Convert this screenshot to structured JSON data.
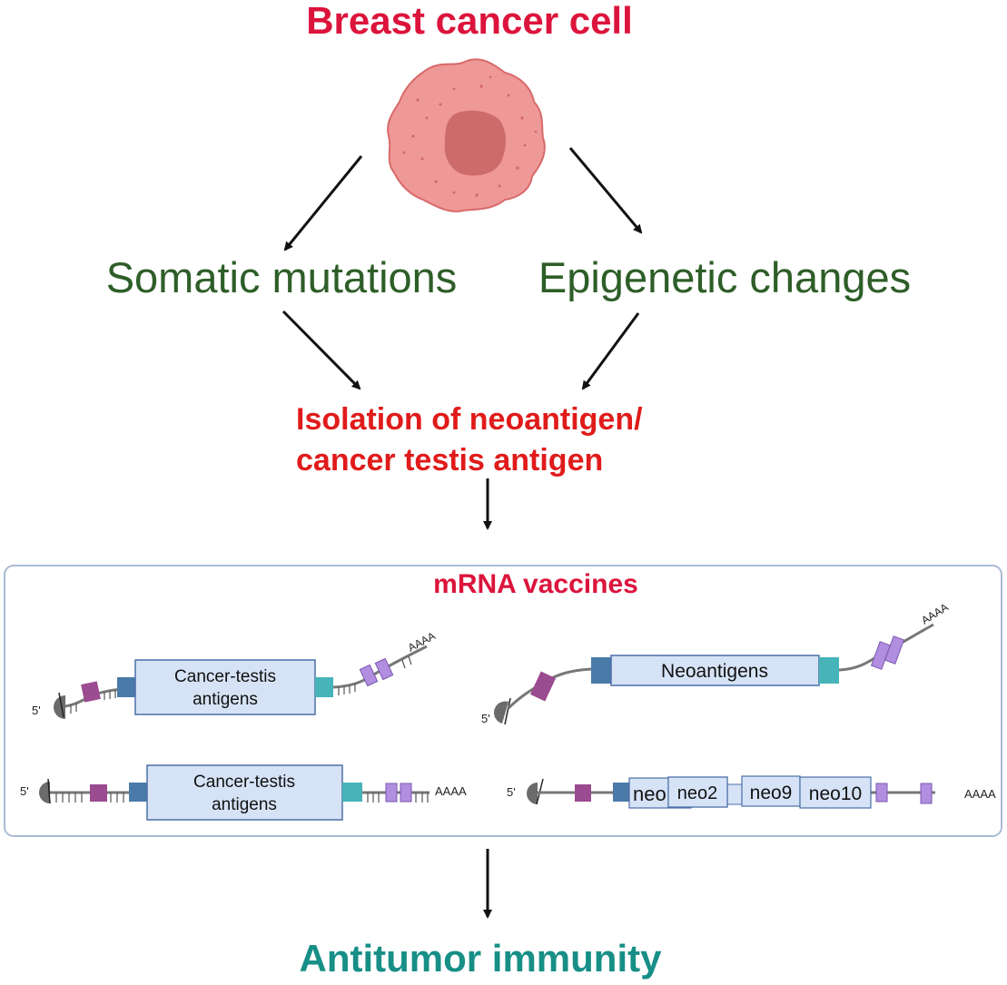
{
  "colors": {
    "title_red": "#dc143c",
    "isolation_red": "#e01b1b",
    "green_text": "#2e5e28",
    "teal_text": "#178f86",
    "cell_body": "#ef9898",
    "cell_nucleus": "#cd6b6b",
    "cell_edge": "#d86a6a",
    "box_fill": "#d6e3f6",
    "box_stroke": "#4b6ea8",
    "dark_blue": "#4a7aa8",
    "teal_block": "#46b4b8",
    "purple": "#9b4b8f",
    "lavender": "#b18ee0",
    "strand": "#777777",
    "panel_border": "#a9bbd4"
  },
  "title": "Breast cancer cell",
  "branches": {
    "left": "Somatic mutations",
    "right": "Epigenetic changes"
  },
  "isolation": {
    "line1": "Isolation of neoantigen/",
    "line2": "cancer testis antigen"
  },
  "panel": {
    "title": "mRNA vaccines",
    "constructs": {
      "a": {
        "label_line1": "Cancer-testis",
        "label_line2": "antigens",
        "five_prime": "5'",
        "poly_a": "AAAA"
      },
      "b": {
        "label": "Neoantigens",
        "five_prime": "5'",
        "poly_a": "AAAA"
      },
      "c": {
        "label_line1": "Cancer-testis",
        "label_line2": "antigens",
        "five_prime": "5'",
        "poly_a": "AAAA"
      },
      "d": {
        "labels": [
          "neo",
          "neo2",
          "neo9",
          "neo10"
        ],
        "five_prime": "5'",
        "poly_a": "AAAA"
      }
    }
  },
  "outcome": "Antitumor immunity"
}
